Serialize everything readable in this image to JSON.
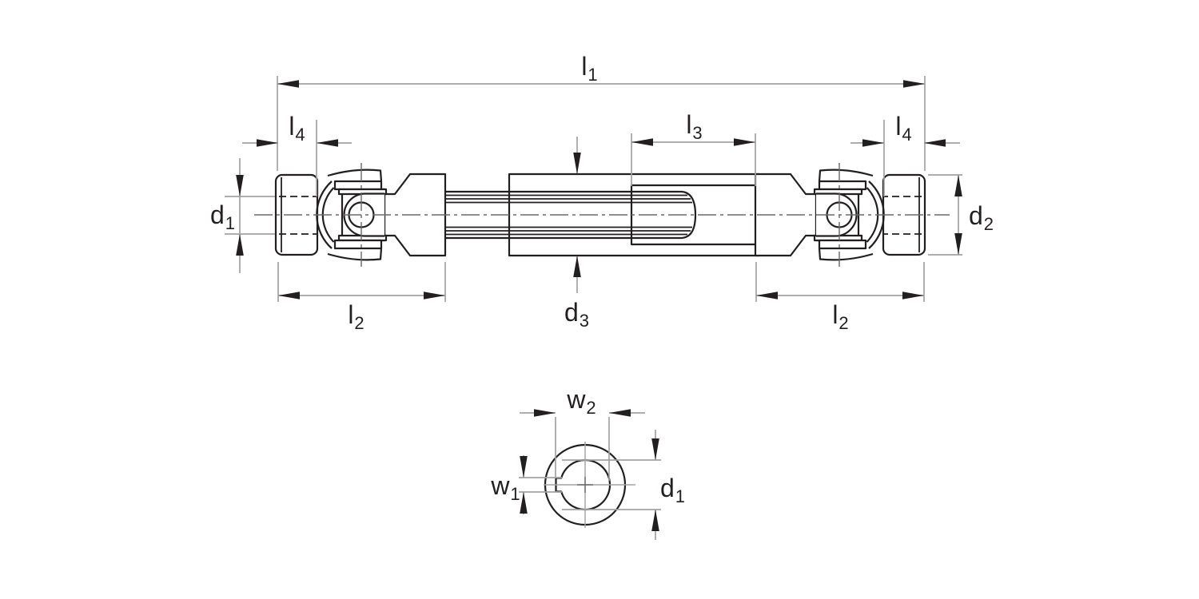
{
  "figure": {
    "description": "Technical drawing of a telescopic double universal joint shaft with splined sliding section, side view above and keyed bore section view below",
    "view_count": 2
  },
  "labels": {
    "l1": {
      "base": "l",
      "sub": "1"
    },
    "l4_left": {
      "base": "l",
      "sub": "4"
    },
    "l3": {
      "base": "l",
      "sub": "3"
    },
    "l4_right": {
      "base": "l",
      "sub": "4"
    },
    "d1_main": {
      "base": "d",
      "sub": "1"
    },
    "d2": {
      "base": "d",
      "sub": "2"
    },
    "l2_left": {
      "base": "l",
      "sub": "2"
    },
    "d3": {
      "base": "d",
      "sub": "3"
    },
    "l2_right": {
      "base": "l",
      "sub": "2"
    },
    "w2": {
      "base": "w",
      "sub": "2"
    },
    "w1": {
      "base": "w",
      "sub": "1"
    },
    "d1_section": {
      "base": "d",
      "sub": "1"
    }
  },
  "colors": {
    "outline": "#231f20",
    "dimension": "#a3a3a3",
    "centerline": "#6a6a6a",
    "arrow": "#231f20",
    "background": "#ffffff"
  }
}
